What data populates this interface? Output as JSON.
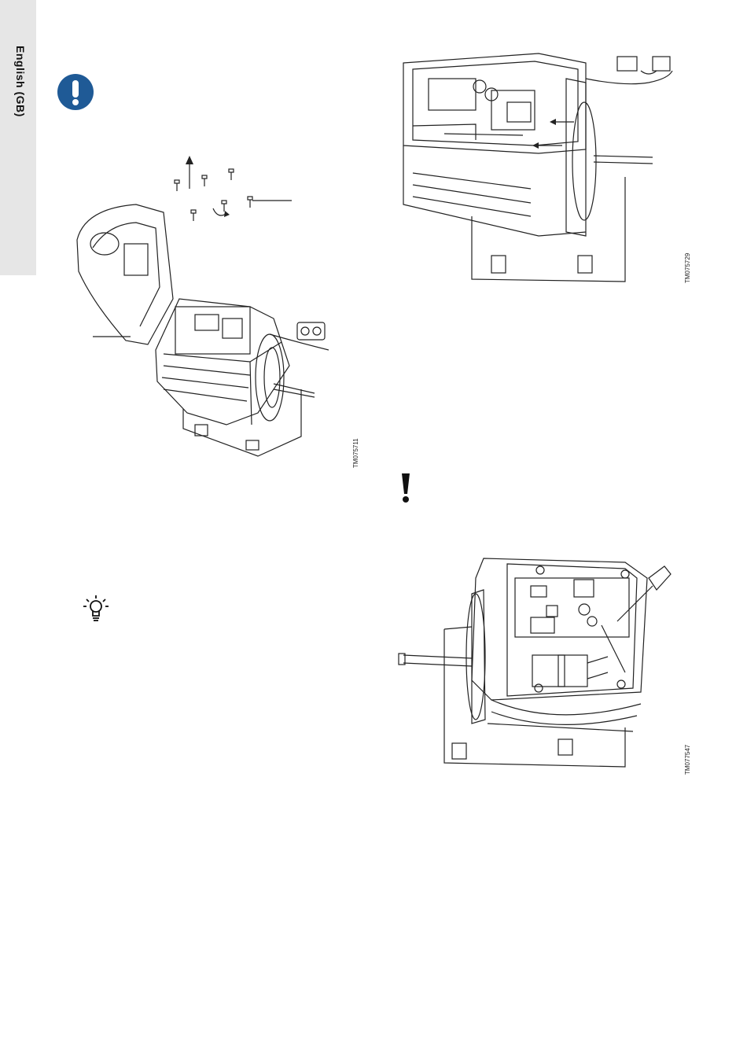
{
  "side_tab": {
    "label": "English (GB)"
  },
  "figures": {
    "fig1": {
      "id": "TM075711"
    },
    "fig2": {
      "id": "TM075729"
    },
    "fig3": {
      "id": "TM077547"
    }
  },
  "icons": {
    "caution": "exclamation-circle-icon",
    "tip": "lightbulb-icon",
    "note": "exclamation-mark-icon"
  },
  "colors": {
    "caution_blue": "#1f5a96",
    "tab_gray": "#e6e6e6"
  }
}
